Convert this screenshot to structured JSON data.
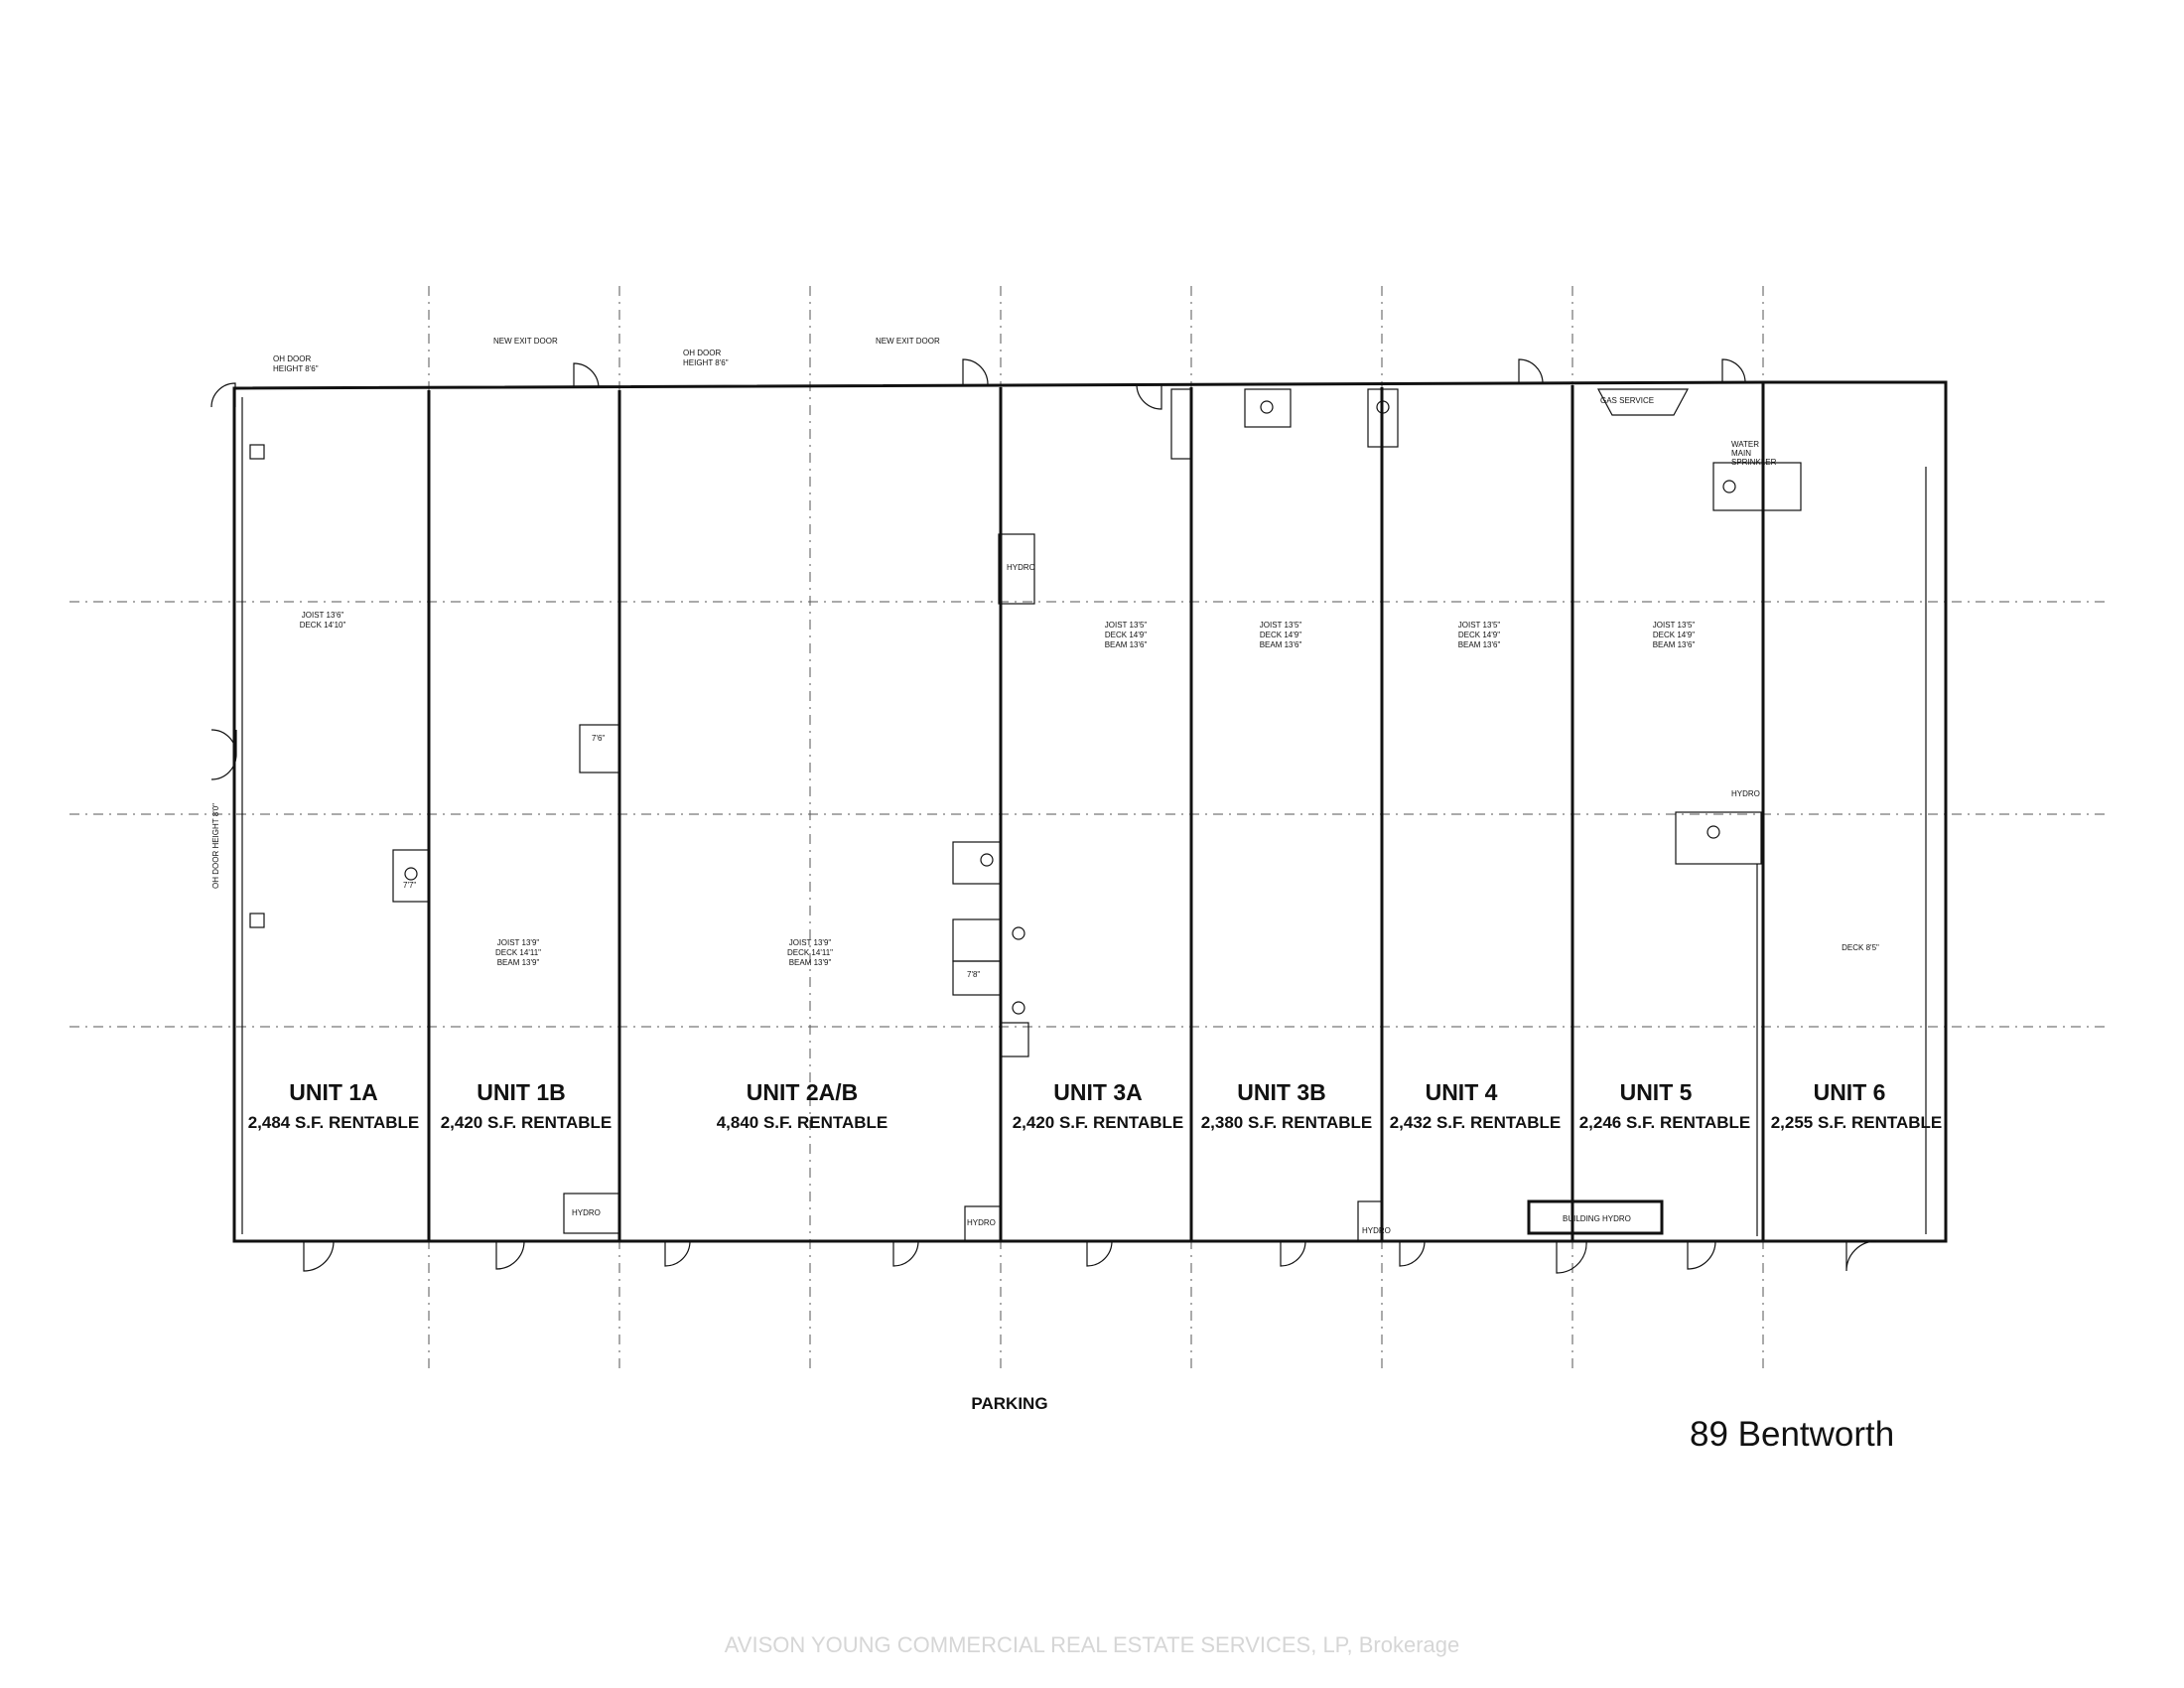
{
  "units": [
    {
      "name": "UNIT 1A",
      "area": "2,484 S.F. RENTABLE",
      "specs": [
        "JOIST 13'6\"",
        "DECK 14'10\""
      ]
    },
    {
      "name": "UNIT 1B",
      "area": "2,420 S.F. RENTABLE",
      "specs": [
        "JOIST 13'9\"",
        "DECK 14'11\"",
        "BEAM 13'9\""
      ]
    },
    {
      "name": "UNIT 2A/B",
      "area": "4,840 S.F. RENTABLE",
      "specs": [
        "JOIST 13'9\"",
        "DECK 14'11\"",
        "BEAM 13'9\""
      ]
    },
    {
      "name": "UNIT 3A",
      "area": "2,420 S.F. RENTABLE",
      "specs": [
        "JOIST 13'5\"",
        "DECK 14'9\"",
        "BEAM 13'6\""
      ]
    },
    {
      "name": "UNIT 3B",
      "area": "2,380 S.F. RENTABLE",
      "specs": [
        "JOIST 13'5\"",
        "DECK 14'9\"",
        "BEAM 13'6\""
      ]
    },
    {
      "name": "UNIT 4",
      "area": "2,432 S.F. RENTABLE",
      "specs": [
        "JOIST 13'5\"",
        "DECK 14'9\"",
        "BEAM 13'6\""
      ]
    },
    {
      "name": "UNIT 5",
      "area": "2,246 S.F. RENTABLE",
      "specs": [
        "JOIST 13'5\"",
        "DECK 14'9\"",
        "BEAM 13'6\""
      ]
    },
    {
      "name": "UNIT 6",
      "area": "2,255 S.F. RENTABLE",
      "specs": [
        "DECK 8'5\""
      ]
    }
  ],
  "notes": {
    "oh_door_1": [
      "OH DOOR",
      "HEIGHT 8'6\""
    ],
    "oh_door_2": [
      "OH DOOR",
      "HEIGHT 8'6\""
    ],
    "oh_door_side": "OH DOOR HEIGHT 8'0\"",
    "new_exit_door": "NEW EXIT DOOR",
    "hydro": "HYDRO",
    "gas_service": "GAS SERVICE",
    "water_main": [
      "WATER",
      "MAIN",
      "SPRINKLER"
    ],
    "building_hydro": "BUILDING HYDRO",
    "room_76": "7'6\"",
    "room_77": "7'7\"",
    "room_78": "7'8\""
  },
  "parking": "PARKING",
  "address": "89 Bentworth",
  "watermark": "AVISON YOUNG COMMERCIAL REAL ESTATE SERVICES, LP, Brokerage"
}
